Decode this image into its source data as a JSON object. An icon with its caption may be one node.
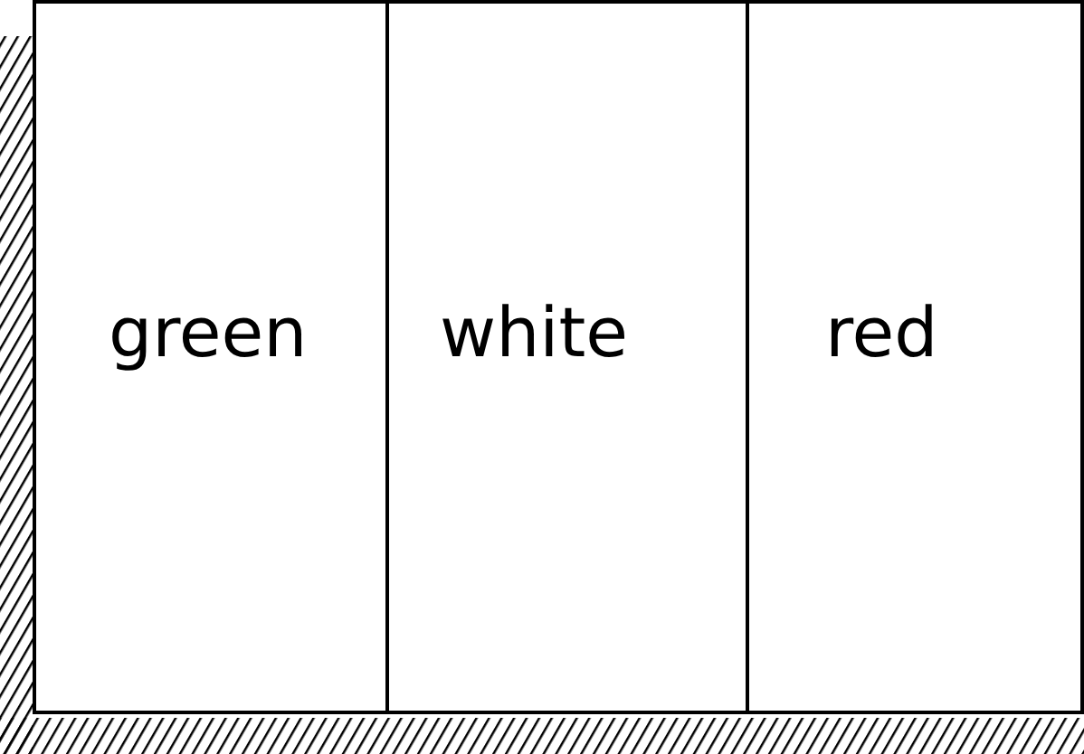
{
  "diagram": {
    "nodes": [
      {
        "text": [
          "green"
        ]
      },
      {
        "text": [
          "white"
        ]
      },
      {
        "text": [
          "red"
        ]
      }
    ]
  }
}
